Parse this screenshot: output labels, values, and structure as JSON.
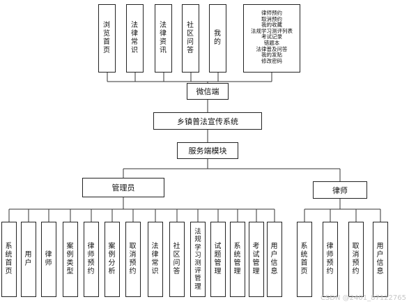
{
  "wechat_client": {
    "label": "微信端",
    "modules": [
      "浏览首页",
      "法律常识",
      "法律资讯",
      "社区问答",
      "我的"
    ],
    "mine_items": [
      "律师预约",
      "取消预约",
      "我的收藏",
      "法规学习测评列表",
      "考试记录",
      "错题本",
      "法律普及问答",
      "我的发贴",
      "修改密码"
    ]
  },
  "system": {
    "label": "乡镇普法宣传系统"
  },
  "server": {
    "label": "服务端模块"
  },
  "admin": {
    "label": "管理员",
    "modules": [
      "系统首页",
      "用户",
      "律师",
      "案例类型",
      "律师预约",
      "案例分析",
      "取消预约",
      "法律常识",
      "社区问答",
      "法规学习测评管理",
      "试题管理",
      "系统管理",
      "考试管理",
      "用户信息"
    ]
  },
  "lawyer": {
    "label": "律师",
    "modules": [
      "系统首页",
      "律师预约",
      "取消预约",
      "用户信息"
    ]
  },
  "watermark": "CSDN @2401_87122765",
  "colors": {
    "border": "#222222",
    "line": "#333333",
    "watermark": "#c8c8c8"
  }
}
